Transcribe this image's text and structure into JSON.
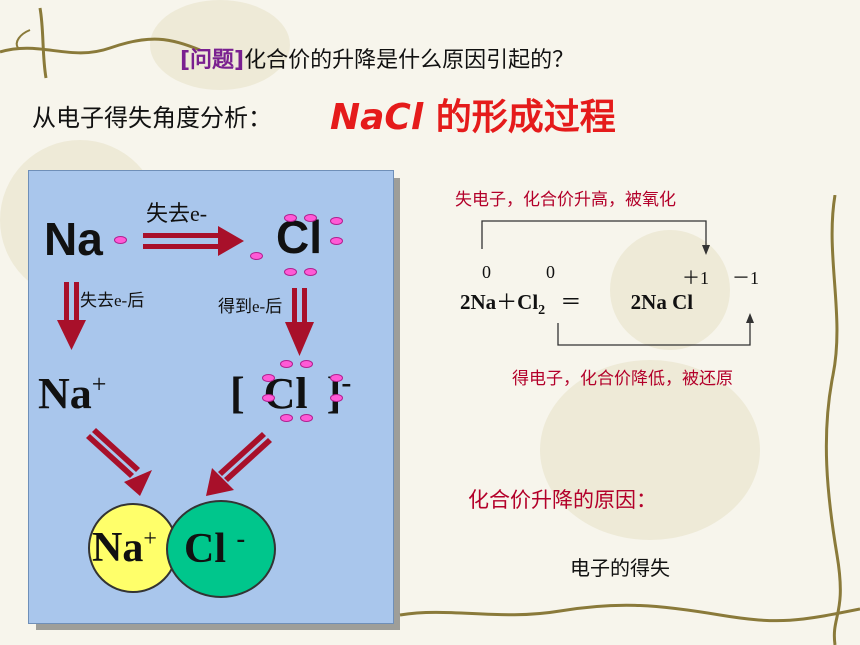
{
  "header": {
    "question_bracket": "[问题]",
    "question_text": "化合价的升降是什么原因引起的？",
    "subtitle_prefix": "从电子得失角度分析：",
    "subtitle_formula": "NaCl",
    "subtitle_suffix": " 的形成过程"
  },
  "diagram": {
    "na_atom": "Na",
    "cl_atom": "Cl",
    "lose_electron_label": "失去e-",
    "after_lose_label": "失去e-后",
    "after_gain_label": "得到e-后",
    "na_ion": "Na",
    "na_ion_charge": "+",
    "cl_ion_left_bracket": "[",
    "cl_ion": "Cl",
    "cl_ion_right_bracket": "]",
    "cl_ion_charge": "-",
    "product_na": "Na",
    "product_na_charge": "+",
    "product_cl": "Cl",
    "product_cl_charge": "-"
  },
  "equation": {
    "top_label": "失电子，化合价升高，被氧化",
    "bottom_label": "得电子，化合价降低，被还原",
    "ox_na": "0",
    "ox_cl": "0",
    "ox_na_product": "＋1",
    "ox_cl_product": "－1",
    "lhs_na": "2Na",
    "plus": "＋",
    "lhs_cl": "Cl",
    "lhs_cl_sub": "2",
    "equals": "＝",
    "rhs": "2Na Cl"
  },
  "conclusion": {
    "title": "化合价升降的原因：",
    "answer": "电子的得失"
  },
  "colors": {
    "panel": "#a9c6ec",
    "arrow": "#a8102a",
    "dot": "#ff5ad6",
    "na_circle": "#ffff6a",
    "cl_circle": "#00c68c",
    "accent_red": "#e51b1b"
  }
}
